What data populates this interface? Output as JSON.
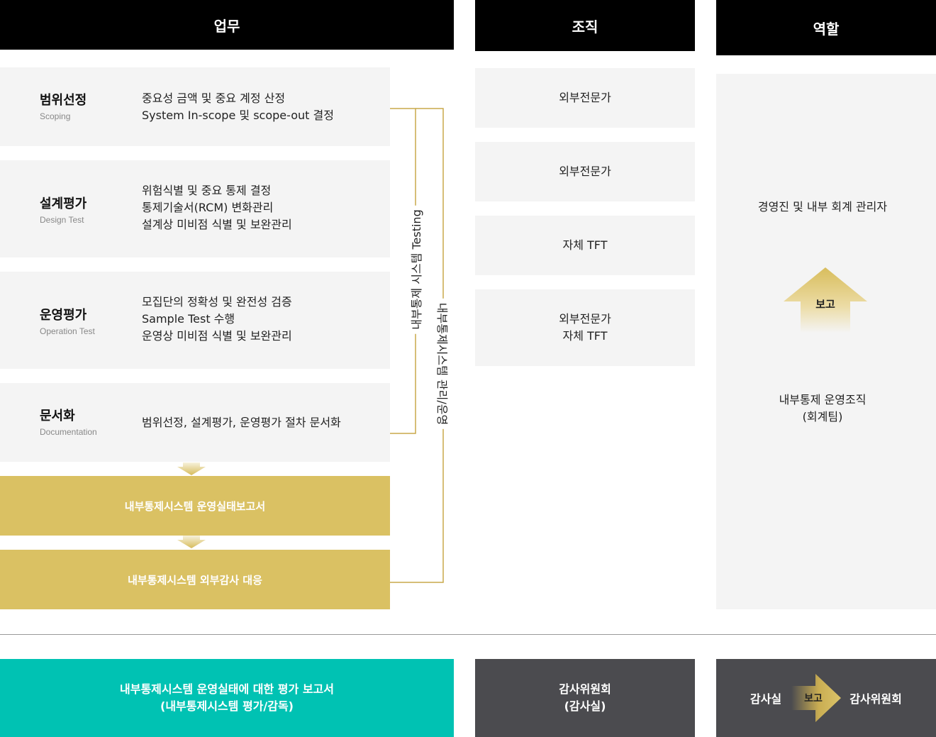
{
  "headers": {
    "work": "업무",
    "org": "조직",
    "role": "역할"
  },
  "tasks": [
    {
      "title": "범위선정",
      "subtitle": "Scoping",
      "lines": [
        "중요성 금액  및 중요 계정 산정",
        "System In-scope 및 scope-out 결정"
      ]
    },
    {
      "title": "설계평가",
      "subtitle": "Design Test",
      "lines": [
        "위험식별 및  중요 통제 결정",
        "통제기술서(RCM) 변화관리",
        "설계상 미비점 식별 및 보완관리"
      ]
    },
    {
      "title": "운영평가",
      "subtitle": "Operation Test",
      "lines": [
        "모집단의 정확성 및 완전성 검증",
        "Sample Test 수행",
        "운영상 미비점 식별 및 보완관리"
      ]
    },
    {
      "title": "문서화",
      "subtitle": "Documentation",
      "lines": [
        "범위선정, 설계평가, 운영평가 절차 문서화"
      ]
    }
  ],
  "outputs": {
    "report": "내부통제시스템 운영실태보고서",
    "external": "내부통제시스템 외부감사 대응"
  },
  "vertical_labels": {
    "testing": "내부통제 시스템  Testing",
    "management": "내부통제시스템 관리/운영"
  },
  "orgs": [
    {
      "lines": [
        "외부전문가"
      ]
    },
    {
      "lines": [
        "외부전문가"
      ]
    },
    {
      "lines": [
        "자체 TFT"
      ]
    },
    {
      "lines": [
        "외부전문가",
        "자체 TFT"
      ]
    }
  ],
  "roles": {
    "top": "경영진 및 내부 회계 관리자",
    "report_arrow": "보고",
    "bottom_line1": "내부통제 운영조직",
    "bottom_line2": "(회계팀)"
  },
  "bottom": {
    "teal_line1": "내부통제시스템 운영실태에 대한 평가 보고서",
    "teal_line2": "(내부통제시스템 평가/감독)",
    "dark_line1": "감사위원회",
    "dark_line2": "(감사실)",
    "flow_from": "감사실",
    "flow_label": "보고",
    "flow_to": "감사위원회"
  },
  "colors": {
    "gold": "#dac163",
    "teal": "#00c2b3",
    "dark": "#4b4b4f",
    "header": "#000000",
    "panel": "#f4f4f4"
  }
}
